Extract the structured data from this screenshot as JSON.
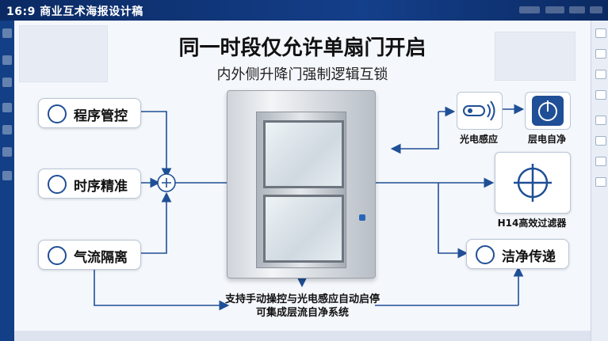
{
  "app": {
    "title": "16:9 商业互术海报设计稿"
  },
  "diagram": {
    "headline": "同一时段仅允许单扇门开启",
    "subheadline": "内外侧升降门强制逻辑互锁",
    "left_items": [
      {
        "label": "程序管控",
        "icon": "water-drop-icon"
      },
      {
        "label": "时序精准",
        "icon": "cup-icon"
      },
      {
        "label": "气流隔离",
        "icon": "arrow-down-circle-icon"
      }
    ],
    "right_top": [
      {
        "label": "光电感应",
        "icon": "photoelectric-sensor-icon"
      },
      {
        "label": "层电自净",
        "icon": "power-self-clean-icon"
      }
    ],
    "filter": {
      "label": "H14高效过滤器",
      "icon": "crosshair-target-icon"
    },
    "right_bottom": {
      "label": "洁净传递",
      "icon": "arrow-down-circle-icon"
    },
    "caption_line1": "支持手动操控与光电感应自动启停",
    "caption_line2": "可集成层流自净系统",
    "colors": {
      "accent": "#1f4f96",
      "line": "#1f4f96",
      "topbar": "#0d2f6b"
    }
  }
}
